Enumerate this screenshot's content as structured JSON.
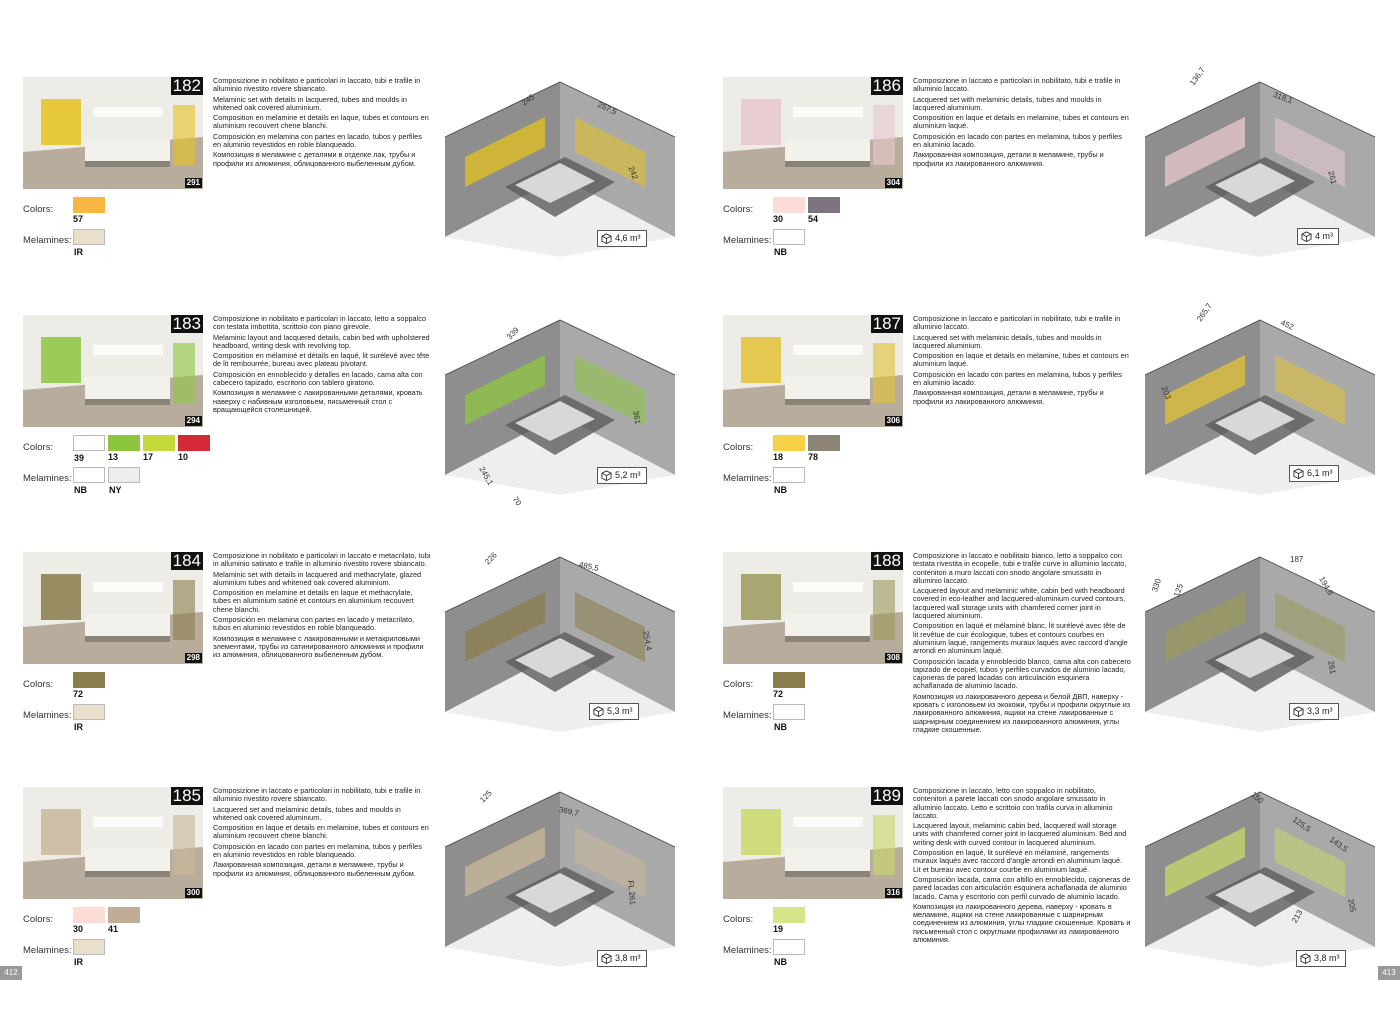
{
  "pages": {
    "left": "412",
    "right": "413"
  },
  "labels": {
    "colors": "Colors:",
    "melamines": "Melamines:"
  },
  "entries": [
    {
      "num": "182",
      "code": "291",
      "desc": [
        "Composizione in nobilitato e particolari in laccato, tubi e trafile in alluminio rivestito rovere sbiancato.",
        "Melaminic set with details in lacquered, tubes and moulds in whitened oak covered aluminium.",
        "Composition en melamine et details en laque, tubes et contours en aluminium recouvert chene blanchi.",
        "Composición en melamina con partes en lacado, tubos y perfiles en aluminio revestidos en roble blanqueado.",
        "Композиция в меламине с деталями в отделке лак, трубы и профили из алюминия, облицованного выбеленным дубом."
      ],
      "colors": [
        {
          "code": "57",
          "hex": "#f5b642"
        }
      ],
      "melamines": [
        {
          "code": "IR",
          "hex": "#eadfcd"
        }
      ],
      "dims": [
        "245",
        "257,5",
        "242"
      ],
      "volume": "4,6 m³",
      "accent": "#e6c21f"
    },
    {
      "num": "183",
      "code": "294",
      "desc": [
        "Composizione in nobilitato e particolari in laccato, letto a soppalco con testata imbottita, scrittoio con piano girevole.",
        "Melaminic layout and lacquered details, cabin bed with upholstered headboard, writing desk with revolving top.",
        "Composition en mélaminé et détails en laqué, lit surélevé avec tête de lit rembourrée, bureau avec plateau pivotant.",
        "Composición en ennoblecido y detalles en lacado, cama alta con cabecero tapizado, escritorio con tablero giratorio.",
        "Композиция в меламине с лакированными деталями, кровать наверху с набивным изголовьем, письменный стол с вращающейся столешницей."
      ],
      "colors": [
        {
          "code": "39",
          "hex": "#ffffff"
        },
        {
          "code": "13",
          "hex": "#8cc63f"
        },
        {
          "code": "17",
          "hex": "#c5d93a"
        },
        {
          "code": "10",
          "hex": "#d42a35"
        }
      ],
      "melamines": [
        {
          "code": "NB",
          "hex": "#ffffff"
        },
        {
          "code": "NY",
          "hex": "#ededed"
        }
      ],
      "dims": [
        "339",
        "361",
        "245,1",
        "70"
      ],
      "volume": "5,2 m³",
      "accent": "#8cc63f"
    },
    {
      "num": "184",
      "code": "298",
      "desc": [
        "Composizione in nobilitato e particolari in laccato e metacrilato, tubi in alluminio satinato e trafile in alluminio rivestito rovere sbiancato.",
        "Melaminic set with details in lacquered and methacrylate, glazed aluminium tubes and whitened oak covered aluminium.",
        "Composition en melamine et details en laque et methacrylate, tubes en aluminium satiné et contours en aluminium recouvert chene blanchi.",
        "Composición en melamina con partes en lacado y metacrilato, tubos en aluminio revestidos en roble blanqueado.",
        "Композиция в меламине с лакированными и метакриловыми элементами, трубы из сатинированного алюминия и профили из алюминия, облицованного выбеленным дубом."
      ],
      "colors": [
        {
          "code": "72",
          "hex": "#8a7d4c"
        }
      ],
      "melamines": [
        {
          "code": "IR",
          "hex": "#eadfcd"
        }
      ],
      "dims": [
        "226",
        "485,5",
        "254,4"
      ],
      "volume": "5,3 m³",
      "accent": "#8a7d4c"
    },
    {
      "num": "185",
      "code": "300",
      "desc": [
        "Composizione in laccato e particolari in nobilitato, tubi e trafile in alluminio rivestito rovere sbiancato.",
        "Lacquered set and melaminic details, tubes and moulds in whitened oak covered aluminium.",
        "Composition en laque et details en melamine, tubes et contours en aluminium recouvert chene blanchi.",
        "Composición en lacado con partes en melamina, tubos y perfiles en aluminio revestidos en roble blanqueado.",
        "Лакированная композиция, детали в меламине, трубы и профили из алюминия, облицованного выбеленным дубом."
      ],
      "colors": [
        {
          "code": "30",
          "hex": "#fbdcd6"
        },
        {
          "code": "41",
          "hex": "#bfae95"
        }
      ],
      "melamines": [
        {
          "code": "IR",
          "hex": "#eadfcd"
        }
      ],
      "dims": [
        "125",
        "369,7",
        "FL 261"
      ],
      "volume": "3,8 m³",
      "accent": "#c8b89a"
    },
    {
      "num": "186",
      "code": "304",
      "desc": [
        "Composizione in laccato e particolari in nobilitato, tubi e trafile in alluminio laccato.",
        "Lacquered set with melaminic details, tubes and moulds in lacquered aluminium.",
        "Composition en laque et details en melamine, tubes et contours en aluminium laqué.",
        "Composición en lacado con partes en melamina, tubos y perfiles en aluminio lacado.",
        "Лакированная композиция, детали в меламине, трубы и профили из лакированного алюминия."
      ],
      "colors": [
        {
          "code": "30",
          "hex": "#fbdcd6"
        },
        {
          "code": "54",
          "hex": "#7d7480"
        }
      ],
      "melamines": [
        {
          "code": "NB",
          "hex": "#ffffff"
        }
      ],
      "dims": [
        "136,7",
        "318,1",
        "261"
      ],
      "volume": "4 m³",
      "accent": "#e8c8cf"
    },
    {
      "num": "187",
      "code": "306",
      "desc": [
        "Composizione in laccato e particolari in nobilitato, tubi e trafile in alluminio laccato.",
        "Lacquered set with melaminic details, tubes and moulds in lacquered aluminium.",
        "Composition en laque et details en melamine, tubes et contours en aluminium laqué.",
        "Composición en lacado con partes en melamina, tubos y perfiles en aluminio lacado.",
        "Лакированная композиция, детали в меламине, трубы и профили из лакированного алюминия."
      ],
      "colors": [
        {
          "code": "18",
          "hex": "#f7d04a"
        },
        {
          "code": "78",
          "hex": "#8c8477"
        }
      ],
      "melamines": [
        {
          "code": "NB",
          "hex": "#ffffff"
        }
      ],
      "dims": [
        "265,7",
        "452",
        "203"
      ],
      "volume": "6,1 m³",
      "accent": "#e3c235"
    },
    {
      "num": "188",
      "code": "308",
      "desc": [
        "Composizione in laccato e nobilitato bianco, letto a soppalco con testata rivestita in ecopelle, tubi e trafile curve in alluminio laccato, contenitori a muro laccati con snodo angolare smussato in alluminio laccato.",
        "Lacquered layout and melaminic white, cabin bed with headboard covered in eco-leather and lacquered-aluminium curved contours, lacquered wall storage units with chamfered corner joint in lacquered aluminium.",
        "Composition en laqué et mélaminé blanc, lit surélevé avec tête de lit revêtue de cuir écologique, tubes et contours courbes en aluminium laqué, rangements muraux laqués avec raccord d'angle arrondi en aluminium laqué.",
        "Composición lacada y ennoblecido blanco, cama alta con cabecero tapizado de ecopiel, tubos y perfiles curvados de aluminio lacado, cajoneras de pared lacadas con articulación esquinera achaflanada de aluminio lacado.",
        "Композиция из лакированного дерева и белой ДВП, наверху - кровать с изголовьем из экокожи, трубы и профили округлые из лакированного алюминия, ящики на стене лакированные с шарнирным соединением из лакированного алюминия, углы гладкие скошенные."
      ],
      "colors": [
        {
          "code": "72",
          "hex": "#8a7d4c"
        }
      ],
      "melamines": [
        {
          "code": "NB",
          "hex": "#ffffff"
        }
      ],
      "dims": [
        "187",
        "194,8",
        "330",
        "125",
        "261"
      ],
      "volume": "3,3 m³",
      "accent": "#9b9a5c"
    },
    {
      "num": "189",
      "code": "316",
      "desc": [
        "Composizione in laccato, letto con soppalco in nobilitato, contenitori a parete laccati con snodo angolare smussato in alluminio laccato. Letto e scrittoio con trafila curva in alluminio laccato.",
        "Lacquered layout, melaminic cabin bed, lacquered wall storage units with chamfered corner joint in lacquered aluminium. Bed and writing desk with curved contour in lacquered aluminium.",
        "Composition en laqué, lit surélevé en mélaminé, rangements muraux laqués avec raccord d'angle arrondi en aluminium laqué. Lit et bureau avec contour courbe en aluminium laqué.",
        "Composición lacada, cama con altillo en ennoblecido, cajoneras de pared lacadas con articulación esquinera achaflanada de aluminio lacado. Cama y escritorio con perfil curvado de aluminio lacado.",
        "Композиция из лакированного дерева, наверху - кровать в меламине, ящики на стене лакированные с шарнирным соединением из алюминия, углы гладкие скошенные. Кровать и письменный стол с округлыми профилями из лакированного алюминия."
      ],
      "colors": [
        {
          "code": "19",
          "hex": "#d8e48a"
        }
      ],
      "melamines": [
        {
          "code": "NB",
          "hex": "#ffffff"
        }
      ],
      "dims": [
        "150",
        "125,5",
        "143,5",
        "205",
        "213"
      ],
      "volume": "3,8 m³",
      "accent": "#c9d86a"
    }
  ]
}
